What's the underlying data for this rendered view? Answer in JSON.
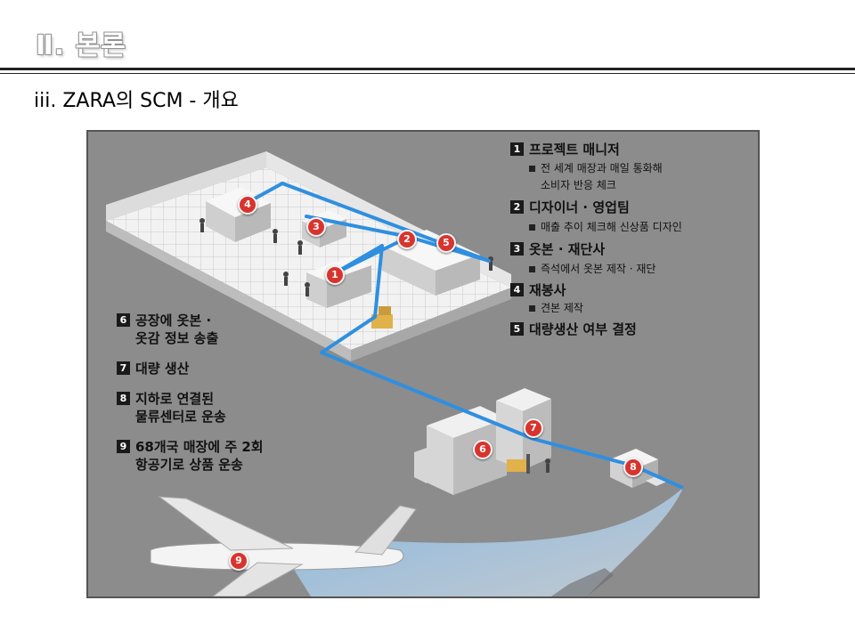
{
  "slide": {
    "title": "Ⅱ. 본론",
    "subtitle": "iii. ZARA의 SCM - 개요"
  },
  "figure": {
    "right_steps": [
      {
        "num": "1",
        "title": "프로젝트 매니저",
        "desc": [
          "전 세계 매장과 매일 통화해",
          "소비자 반응 체크"
        ]
      },
      {
        "num": "2",
        "title": "디자이너 · 영업팀",
        "desc": [
          "매출 추이 체크해 신상품 디자인"
        ]
      },
      {
        "num": "3",
        "title": "옷본 · 재단사",
        "desc": [
          "즉석에서 옷본 제작 · 재단"
        ]
      },
      {
        "num": "4",
        "title": "재봉사",
        "desc": [
          "견본 제작"
        ]
      },
      {
        "num": "5",
        "title": "대량생산 여부 결정",
        "desc": []
      }
    ],
    "left_steps": [
      {
        "num": "6",
        "lines": [
          "공장에 옷본 ·",
          "옷감 정보 송출"
        ]
      },
      {
        "num": "7",
        "lines": [
          "대량 생산"
        ]
      },
      {
        "num": "8",
        "lines": [
          "지하로 연결된",
          "물류센터로 운송"
        ]
      },
      {
        "num": "9",
        "lines": [
          "68개국 매장에 주 2회",
          "항공기로 상품 운송"
        ]
      }
    ],
    "markers": [
      "1",
      "2",
      "3",
      "4",
      "5",
      "6",
      "7",
      "8",
      "9"
    ],
    "colors": {
      "route": "#2f8fe0",
      "marker": "#d8342e",
      "background": "#8c8c8c"
    }
  }
}
